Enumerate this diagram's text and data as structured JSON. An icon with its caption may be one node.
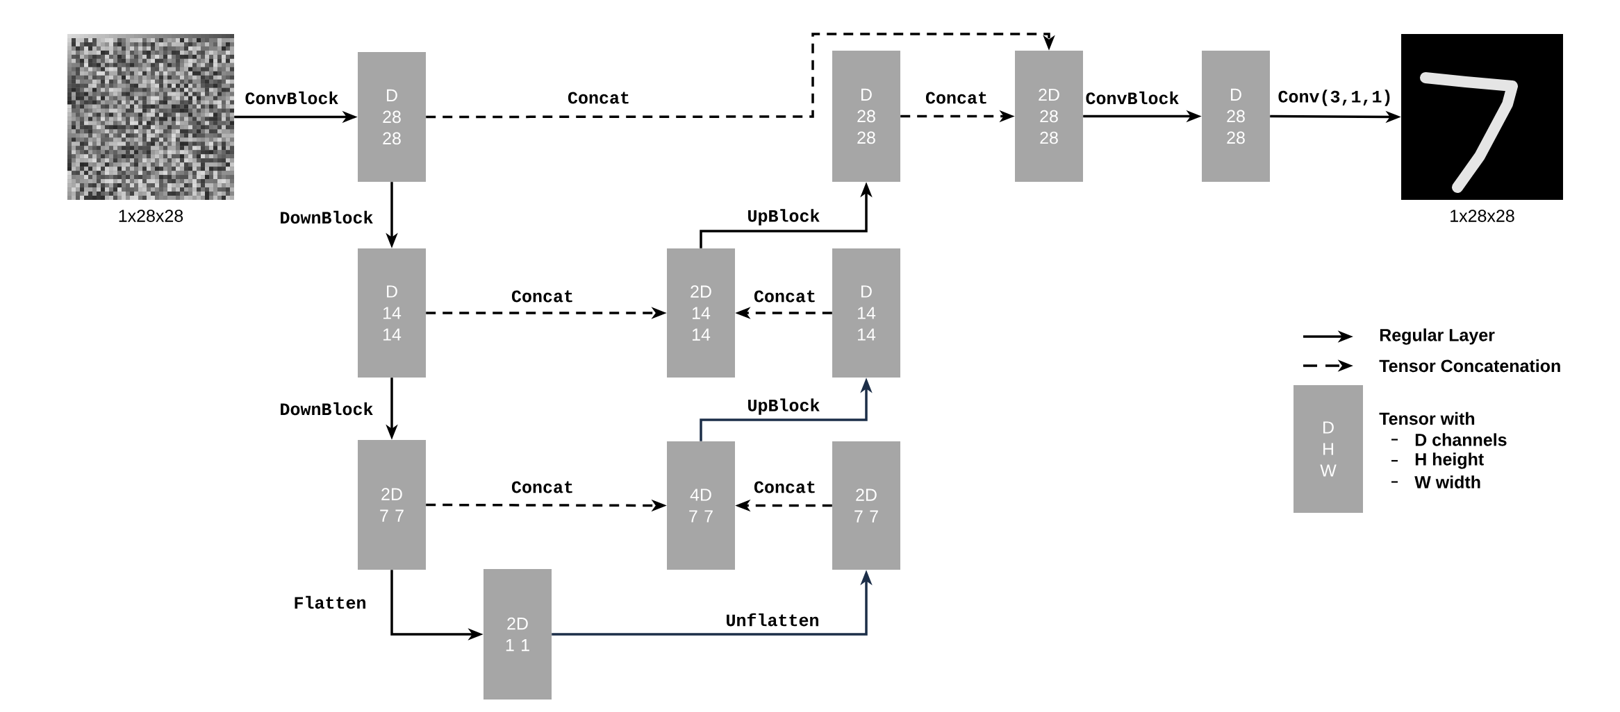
{
  "diagram": {
    "nodes": [
      {
        "text": [],
        "shape": "picture",
        "beside": [
          "1x28x28"
        ]
      },
      {
        "text": [
          "D 28 28"
        ]
      },
      {
        "text": [
          "D 14 14"
        ]
      },
      {
        "text": [
          "2D 7 7"
        ]
      },
      {
        "text": [
          "2D 1 1"
        ]
      },
      {
        "text": [
          "4D 7 7"
        ]
      },
      {
        "text": [
          "2D 7 7"
        ]
      },
      {
        "text": [
          "2D 14 14"
        ]
      },
      {
        "text": [
          "D 14 14"
        ]
      },
      {
        "text": [
          "D 28 28"
        ]
      },
      {
        "text": [
          "2D 28 28"
        ]
      },
      {
        "text": [
          "D 28 28"
        ]
      },
      {
        "text": [],
        "shape": "picture",
        "beside": [
          "1x28x28"
        ]
      },
      {
        "text": [
          "D H W"
        ],
        "beside": [
          "Tensor with",
          "D channels",
          "H height",
          "W width"
        ]
      }
    ],
    "edges": [
      {
        "from": 0,
        "to": 1,
        "arrow": "to",
        "label": "ConvBlock"
      },
      {
        "from": 1,
        "to": 10,
        "arrow": "to",
        "label": "Concat",
        "style": "dashed"
      },
      {
        "from": 1,
        "to": 2,
        "arrow": "to",
        "label": "DownBlock"
      },
      {
        "from": 2,
        "to": 7,
        "arrow": "to",
        "label": "Concat",
        "style": "dashed"
      },
      {
        "from": 2,
        "to": 3,
        "arrow": "to",
        "label": "DownBlock"
      },
      {
        "from": 3,
        "to": 5,
        "arrow": "to",
        "label": "Concat",
        "style": "dashed"
      },
      {
        "from": 3,
        "to": 4,
        "arrow": "to",
        "label": "Flatten"
      },
      {
        "from": 4,
        "to": 6,
        "arrow": "to",
        "label": "Unflatten",
        "color": "#1c2e48"
      },
      {
        "from": 6,
        "to": 5,
        "arrow": "to",
        "label": "Concat",
        "style": "dashed"
      },
      {
        "from": 5,
        "to": 8,
        "arrow": "to",
        "label": "UpBlock",
        "color": "#1c2e48"
      },
      {
        "from": 8,
        "to": 7,
        "arrow": "to",
        "label": "Concat",
        "style": "dashed"
      },
      {
        "from": 7,
        "to": 9,
        "arrow": "to",
        "label": "UpBlock"
      },
      {
        "from": 9,
        "to": 10,
        "arrow": "to",
        "label": "Concat",
        "style": "dashed"
      },
      {
        "from": 10,
        "to": 11,
        "arrow": "to",
        "label": "ConvBlock"
      },
      {
        "from": 11,
        "to": 12,
        "arrow": "to",
        "label": "Conv(3,1,1)"
      }
    ],
    "legend": [
      {
        "text": "Regular Layer"
      },
      {
        "text": "Tensor Concatenation"
      }
    ]
  }
}
